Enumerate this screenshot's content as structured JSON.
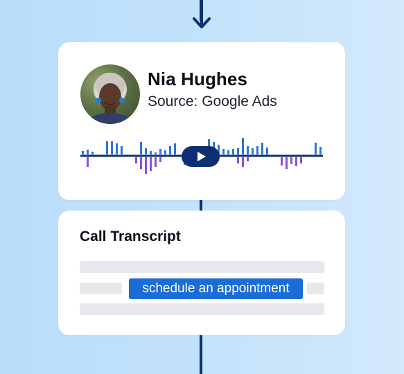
{
  "contact": {
    "name": "Nia Hughes",
    "source": "Source: Google Ads"
  },
  "transcript": {
    "title": "Call Transcript",
    "highlighted_phrase": "schedule an appointment"
  },
  "colors": {
    "accent_dark": "#0e2f72",
    "waveform_blue": "#2d74dc",
    "waveform_purple": "#8a4fe0",
    "highlight": "#1a6cd6"
  },
  "icons": [
    "arrow-down-icon",
    "play-icon"
  ]
}
